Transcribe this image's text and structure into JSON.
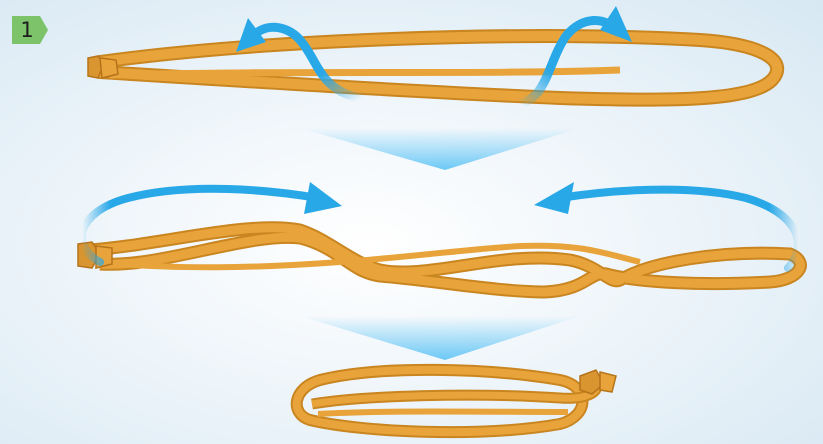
{
  "step": {
    "number": "1",
    "badge_color": "#7cc36a"
  },
  "colors": {
    "band": "#e8a43a",
    "band_edge": "#c98520",
    "knot": "#d99530",
    "arrow": "#29a8e8",
    "funnel": "#5cc3f5",
    "background": "#dbeaf4"
  },
  "illustration": {
    "stages": [
      {
        "name": "long-loop",
        "arrow_icons": [
          "curl-left-arrow",
          "curl-right-arrow"
        ]
      },
      {
        "name": "twisted-loop",
        "arrow_icons": [
          "curve-inward-arrow-left",
          "curve-inward-arrow-right"
        ]
      },
      {
        "name": "folded-loop",
        "arrow_icons": []
      }
    ]
  }
}
